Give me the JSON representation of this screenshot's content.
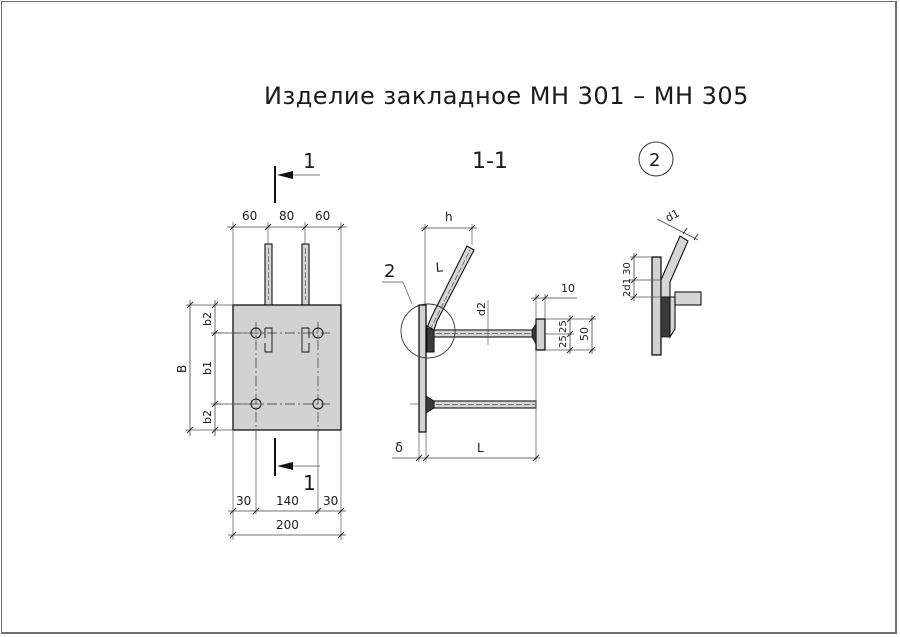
{
  "title": "Изделие закладное МН 301 – МН 305",
  "views": {
    "plan": {
      "section_mark_top": "1",
      "section_mark_bottom": "1",
      "top_dims": [
        "60",
        "80",
        "60"
      ],
      "left_dims": {
        "overall": "B",
        "b2_top": "b2",
        "b1": "b1",
        "b2_bottom": "b2"
      },
      "bottom_dims": [
        "30",
        "140",
        "30"
      ],
      "bottom_total": "200"
    },
    "section": {
      "label": "1-1",
      "callout": "2",
      "h_label": "h",
      "L_label_slanted": "L",
      "d2_label": "d2",
      "dim_10": "10",
      "dim_25a": "25",
      "dim_25b": "25",
      "dim_50": "50",
      "delta_label": "δ",
      "L_label": "L"
    },
    "detail": {
      "label": "2",
      "d1_label": "d1",
      "dim_30": "30",
      "dim_2d1": "2d1"
    }
  },
  "colors": {
    "plate_fill": "#d2d2d2",
    "line": "#111111",
    "weld": "#3a3a3a",
    "border": "#6f6f6f"
  }
}
